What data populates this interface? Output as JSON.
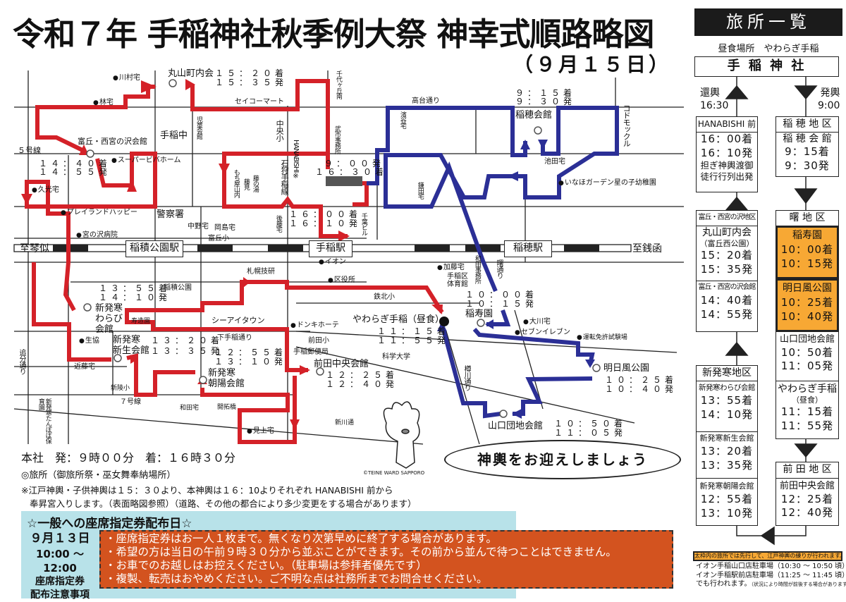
{
  "title": "令和７年 手稲神社秋季例大祭 神幸式順路略図",
  "subtitle": "（９月１５日）",
  "colors": {
    "return_route": "#d42128",
    "depart_route": "#2b2f96",
    "highlight": "#f7a834",
    "rules_bg": "#d3531f",
    "info_bg": "#b8e2e9"
  },
  "map": {
    "stations": {
      "inazumi": "稲積公園駅",
      "teine": "手稲駅",
      "inaho": "稲穂駅",
      "to_kotoni": "至琴似",
      "to_zenibako": "至銭函"
    },
    "labels": {
      "kawamura": "川村宅",
      "maruyama": "丸山町内会",
      "maruyama_arr": "１５：２０着",
      "maruyama_dep": "１５：３５発",
      "hayashi": "林宅",
      "seicomart": "セイコーマート",
      "chiyogaoka": "千代ヶ丘南",
      "jido": "児童会館",
      "teine_chu": "手稲中",
      "chuo_sho": "中央小",
      "tomioka": "富丘・西宮の沢会館",
      "route5": "５号線",
      "tomioka_arr": "１４：４０着",
      "tomioka_dep": "１４：５５発",
      "viva": "スーパービバホーム",
      "takeichi": "武市事務所",
      "hanabishi_dep": "９：００発",
      "hanabishi_arr": "１６：３０着",
      "hanabishi": "HANABISHI※",
      "ishikari": "石狩手稲線",
      "mochiya": "もち屋山内",
      "fujimi": "藤見",
      "fujinoyu": "藤の湯",
      "hisamitsu": "久光宅",
      "playland": "プレイランドハッピー",
      "police": "警察署",
      "h_arr": "１６：００着",
      "h_dep": "１６：１０発",
      "goto": "後藤宅",
      "nakano": "中野宅",
      "okajima": "岡島宅",
      "miyanosawa_hosp": "宮の沢病院",
      "tomioka_sho": "富丘小",
      "chiba": "千葉ビル",
      "takadai": "高台通り",
      "hamaya": "濱谷宅",
      "inaho_arr": "９：１５着",
      "inaho_dep": "９：３０発",
      "inaho_kaikan": "稲穂会館",
      "kodomokkuru": "コドモックル",
      "ikeda": "池田宅",
      "inaho_garden": "いなほガーデン星の子幼稚園",
      "kamata": "鎌田宅",
      "aeon": "イオン",
      "giken": "札幌技研",
      "kuyakusho": "区役所",
      "inazumi_park": "稲積公園",
      "warabi_arr": "１３：５５着",
      "warabi_dep": "１４：１０発",
      "warabi1": "新発寒",
      "warabi2": "わらび",
      "warabi3": "会館",
      "kotobuki": "寿造園",
      "ciitown": "シーアイタウン",
      "donki": "ドンキホーテ",
      "seikyo": "生協",
      "shinsei1": "新発寒",
      "shinsei2": "新生会館",
      "shinsei_arr": "１３：２０着",
      "shinsei_dep": "１３：３５発",
      "shimoteine": "下手稲通り",
      "maeda_sho": "前田小",
      "post": "手稲郵便局",
      "choyo_arr": "１２：５５着",
      "choyo_dep": "１３：１０発",
      "oiwake": "追分通り",
      "kondo": "近藤宅",
      "shinryo": "新陵小",
      "choyo1": "新発寒",
      "choyo2": "朝陽会館",
      "maeda": "前田中央会館",
      "maeda_arr": "１２：２５着",
      "maeda_dep": "１２：４０発",
      "route7": "７号線",
      "tanpopo": "新発寒たんぽぽ保育園",
      "wada": "和田宅",
      "kaitaku": "開拓橋",
      "shinkawa": "新川通",
      "mikami": "見上宅",
      "kato": "加藤宅",
      "gym1": "手稲区",
      "gym2": "体育館",
      "wada_office": "和田事務所",
      "akebono": "曙通り",
      "tetsuhoku": "鉄北小",
      "inazu_arr": "１０：００着",
      "inazu_dep": "１０：１５発",
      "inazu": "稲寿園",
      "yawaragi": "やわらぎ手稲（昼食）",
      "yawaragi_arr": "１１：１５着",
      "yawaragi_dep": "１１：５５発",
      "okawa": "大川宅",
      "seven": "セブンイレブン",
      "license": "運転免許試験場",
      "kagaku": "科学大学",
      "asukaze": "明日風公園",
      "asukaze_arr": "１０：２５着",
      "asukaze_dep": "１０：４０発",
      "tarukawa": "樽川通り",
      "yamaguchi": "山口団地会館",
      "yamaguchi_arr": "１０：５０着",
      "yamaguchi_dep": "１１：０５発"
    }
  },
  "mascot_credit": "©TEINE WARD SAPPORO",
  "bubble": "神輿をお迎えしましょう",
  "notes": {
    "main": "本社　発：９時００分　着：１６時３０分",
    "legend": "◎旅所（御旅所祭・巫女舞奉納場所）",
    "remark1": "※江戸神輿・子供神輿は１５：３０より、本神輿は１６：10よりそれぞれ HANABISHI 前から",
    "remark2": "奉昇宮入りします。（表面略図参照）（道路、その他の都合により多少変更をする場合があります）"
  },
  "seat_info": {
    "heading": "☆一般への座席指定券配布日☆",
    "date": "９月１３日",
    "time": "10:00 ～ 12:00",
    "label1": "座席指定券",
    "label2": "配布注意事項",
    "rules": [
      "・座席指定券はお一人１枚まで。無くなり次第早めに終了する場合があります。",
      "・希望の方は当日の午前９時３０分から並ぶことができます。その前から並んで待つことはできません。",
      "・お車でのお越しはお控えください。（駐車場は参拝者優先です）",
      "・複製、転売はおやめください。ご不明な点は社務所までお問合せください。"
    ]
  },
  "sidebar": {
    "title": "旅所一覧",
    "lunch": "昼食場所　やわらぎ手稲",
    "shrine": "手 稲 神 社",
    "return_label": "還輿",
    "return_time": "16:30",
    "depart_label": "発輿",
    "depart_time": "9:00",
    "left": {
      "hanabishi": {
        "header": "HANABISHI 前",
        "arr": "16：00着",
        "dep": "16：10発",
        "desc1": "担ぎ神輿渡御",
        "desc2": "徒行行列出発"
      },
      "tomioka_area": "富丘・西宮の沢地区",
      "maruyama": {
        "name": "丸山町内会",
        "sub": "（富丘西公園）",
        "arr": "15：20着",
        "dep": "15：35発"
      },
      "tomioka": {
        "name": "富丘・西宮の沢会館",
        "arr": "14：40着",
        "dep": "14：55発"
      },
      "shinhassamu_area": "新発寒地区",
      "warabi": {
        "name": "新発寒わらび会館",
        "arr": "13：55着",
        "dep": "14：10発"
      },
      "shinsei": {
        "name": "新発寒新生会館",
        "arr": "13：20着",
        "dep": "13：35発"
      },
      "choyo": {
        "name": "新発寒朝陽会館",
        "arr": "12：55着",
        "dep": "13：10発"
      }
    },
    "right": {
      "inaho_area": "稲 穂 地 区",
      "inaho": {
        "name": "稲 穂 会 館",
        "arr": "9：15着",
        "dep": "9：30発"
      },
      "akebono_area": "曙 地 区",
      "inazu": {
        "name": "稲寿園",
        "arr": "10：00着",
        "dep": "10：15発"
      },
      "asukaze": {
        "name": "明日風公園",
        "arr": "10：25着",
        "dep": "10：40発"
      },
      "yamaguchi": {
        "name": "山口団地会館",
        "arr": "10：50着",
        "dep": "11：05発"
      },
      "yawaragi": {
        "name": "やわらぎ手稲",
        "sub": "（昼食）",
        "arr": "11：15着",
        "dep": "11：55発"
      },
      "maeda_area": "前 田 地 区",
      "maeda": {
        "name": "前田中央会館",
        "arr": "12：25着",
        "dep": "12：40発"
      }
    },
    "notice": "太枠内の旅所では先行して、江戸神輿の練りが行われます。",
    "parking1": "イオン手稲山口店駐車場（10:30 ～ 10:50 頃）",
    "parking2": "イオン手稲駅前店駐車場（11:25 ～ 11:45 頃）",
    "parking3": "でも行われます。",
    "parking_note": "（状況により時間が前後する場合があります）"
  }
}
